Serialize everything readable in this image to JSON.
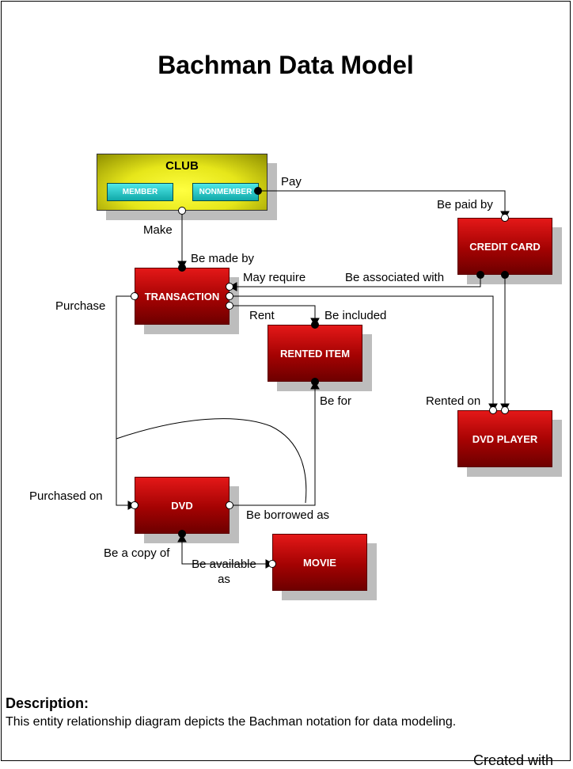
{
  "title": "Bachman Data Model",
  "entities": {
    "club": "CLUB",
    "member": "MEMBER",
    "nonmember": "NONMEMBER",
    "credit_card": "CREDIT CARD",
    "transaction": "TRANSACTION",
    "rented_item": "RENTED ITEM",
    "dvd_player": "DVD PLAYER",
    "dvd": "DVD",
    "movie": "MOVIE"
  },
  "relations": {
    "pay": "Pay",
    "be_paid_by": "Be paid by",
    "make": "Make",
    "be_made_by": "Be made by",
    "may_require": "May require",
    "be_associated_with": "Be associated with",
    "purchase": "Purchase",
    "rent": "Rent",
    "be_included": "Be included",
    "be_for": "Be for",
    "rented_on": "Rented on",
    "purchased_on": "Purchased on",
    "be_borrowed_as": "Be borrowed as",
    "be_a_copy_of": "Be a copy of",
    "be_available_as_1": "Be available",
    "be_available_as_2": "as"
  },
  "description": {
    "heading": "Description:",
    "text": "This entity relationship diagram depicts the Bachman notation for data modeling."
  },
  "footer": "Created with"
}
